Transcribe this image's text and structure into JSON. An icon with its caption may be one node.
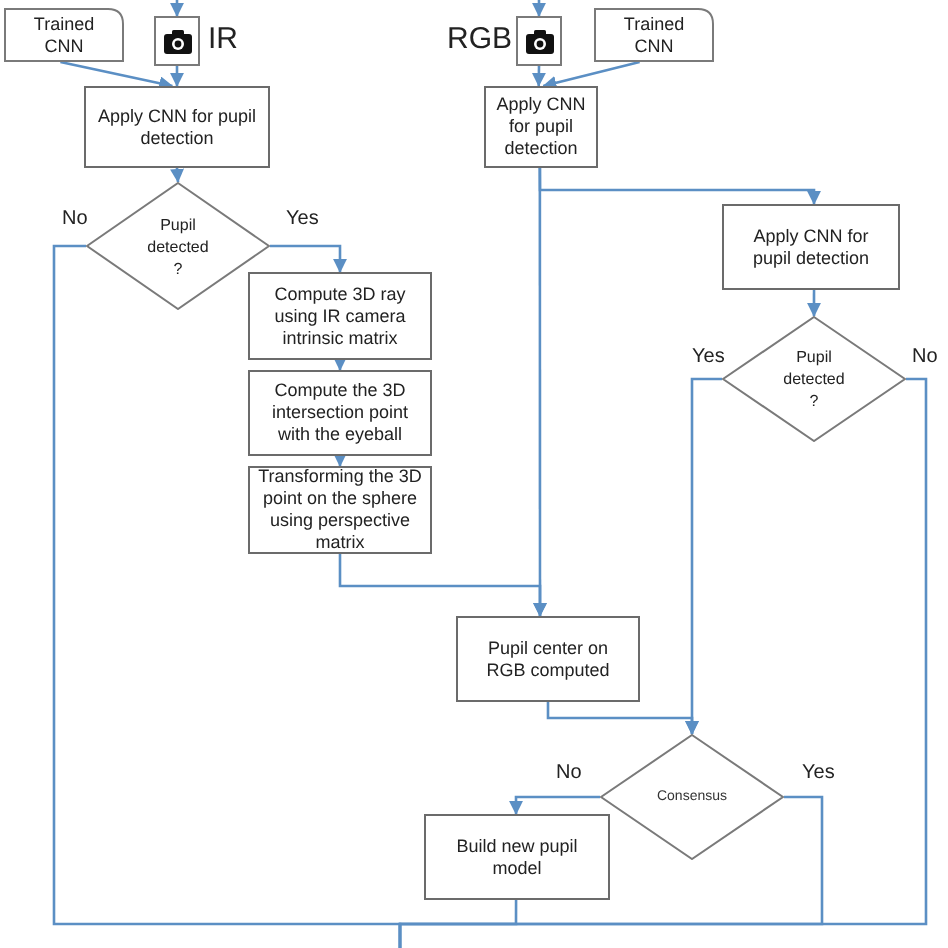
{
  "diagram": {
    "nodes": [
      {
        "text": [
          "Trained CNN"
        ]
      },
      {
        "text": [],
        "shape": "box",
        "beside": [
          "IR"
        ]
      },
      {
        "text": [
          "Apply CNN for pupil detection"
        ]
      },
      {
        "text": [
          "Pupil detected ?"
        ]
      },
      {
        "text": [
          "Compute 3D ray using IR camera intrinsic matrix"
        ]
      },
      {
        "text": [
          "Compute the 3D intersection point with the eyeball"
        ]
      },
      {
        "text": [
          "Transforming the 3D point on the sphere using perspective matrix"
        ]
      },
      {
        "text": [],
        "shape": "box",
        "beside": [
          "RGB"
        ]
      },
      {
        "text": [
          "Trained CNN"
        ]
      },
      {
        "text": [
          "Apply CNN for pupil detection"
        ]
      },
      {
        "text": [
          "Apply CNN for pupil detection"
        ]
      },
      {
        "text": [
          "Pupil detected ?"
        ]
      },
      {
        "text": [
          "Pupil center on RGB computed"
        ]
      },
      {
        "text": [
          "Consensus"
        ]
      },
      {
        "text": [
          "Build new pupil model"
        ]
      }
    ],
    "edges": [
      {
        "from": null,
        "to": 1,
        "arrow": "to"
      },
      {
        "from": null,
        "to": 7,
        "arrow": "to"
      },
      {
        "from": 0,
        "to": 2,
        "arrow": "to"
      },
      {
        "from": 1,
        "to": 2,
        "arrow": "to"
      },
      {
        "from": 7,
        "to": 9,
        "arrow": "to"
      },
      {
        "from": 8,
        "to": 9,
        "arrow": "to"
      },
      {
        "from": 2,
        "to": 3,
        "arrow": "to"
      },
      {
        "from": 3,
        "to": 4,
        "arrow": "to",
        "label": "Yes"
      },
      {
        "from": 4,
        "to": 5,
        "arrow": "to"
      },
      {
        "from": 5,
        "to": 6,
        "arrow": "to"
      },
      {
        "from": 6,
        "to": 12,
        "arrow": "to"
      },
      {
        "from": 9,
        "to": 12,
        "arrow": "to"
      },
      {
        "from": 9,
        "to": 10,
        "arrow": "to"
      },
      {
        "from": 10,
        "to": 11,
        "arrow": "to"
      },
      {
        "from": 11,
        "to": 13,
        "arrow": "to",
        "label": "Yes"
      },
      {
        "from": 12,
        "to": 13,
        "arrow": "to"
      },
      {
        "from": 13,
        "to": 14,
        "arrow": "to",
        "label": "No"
      },
      {
        "from": 3,
        "to": null,
        "arrow": "none",
        "label": "No"
      },
      {
        "from": 11,
        "to": null,
        "arrow": "none",
        "label": "No"
      },
      {
        "from": 13,
        "to": null,
        "arrow": "none",
        "label": "Yes"
      },
      {
        "from": 14,
        "to": null,
        "arrow": "none"
      }
    ]
  }
}
